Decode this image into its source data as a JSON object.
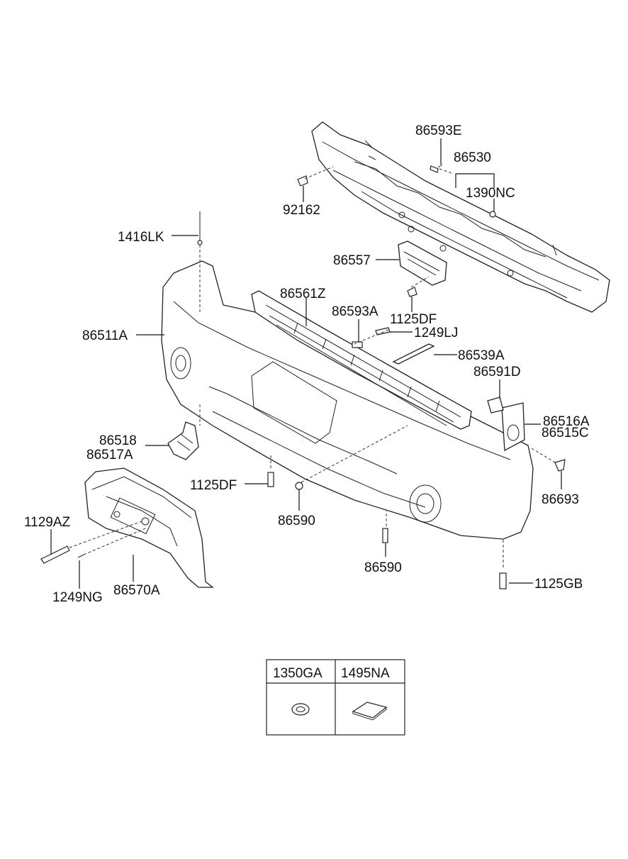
{
  "parts": {
    "p86593E": "86593E",
    "p86530": "86530",
    "p1390NC": "1390NC",
    "p92162": "92162",
    "p1416LK": "1416LK",
    "p86557": "86557",
    "p86561Z": "86561Z",
    "p86593A": "86593A",
    "p1125DF_top": "1125DF",
    "p1249LJ": "1249LJ",
    "p86511A": "86511A",
    "p86539A": "86539A",
    "p86591D": "86591D",
    "p86516A": "86516A",
    "p86515C": "86515C",
    "p86518": "86518",
    "p86517A": "86517A",
    "p1125DF_mid": "1125DF",
    "p86693": "86693",
    "p86590_mid": "86590",
    "p1129AZ": "1129AZ",
    "p86590_low": "86590",
    "p1125GB": "1125GB",
    "p1249NG": "1249NG",
    "p86570A": "86570A"
  },
  "table": {
    "col1": "1350GA",
    "col2": "1495NA"
  }
}
